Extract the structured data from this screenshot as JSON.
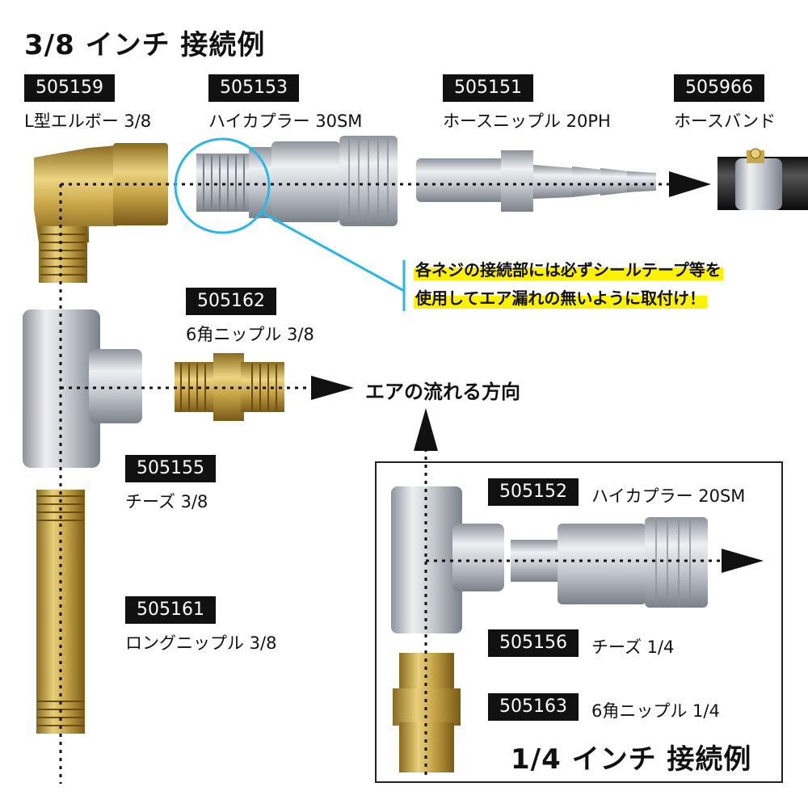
{
  "title_38": "3/8 インチ 接続例",
  "title_14": "1/4 インチ 接続例",
  "parts": {
    "p505159": {
      "code": "505159",
      "name": "L型エルボー 3/8"
    },
    "p505153": {
      "code": "505153",
      "name": "ハイカプラー 30SM"
    },
    "p505151": {
      "code": "505151",
      "name": "ホースニップル 20PH"
    },
    "p505966": {
      "code": "505966",
      "name": "ホースバンド"
    },
    "p505162": {
      "code": "505162",
      "name": "6角ニップル 3/8"
    },
    "p505155": {
      "code": "505155",
      "name": "チーズ 3/8"
    },
    "p505161": {
      "code": "505161",
      "name": "ロングニップル 3/8"
    },
    "p505152": {
      "code": "505152",
      "name": "ハイカプラー 20SM"
    },
    "p505156": {
      "code": "505156",
      "name": "チーズ 1/4"
    },
    "p505163": {
      "code": "505163",
      "name": "6角ニップル 1/4"
    }
  },
  "note_line1": "各ネジの接続部には必ずシールテープ等を",
  "note_line2": "使用してエア漏れの無いように取付け！",
  "flow_label": "エアの流れる方向",
  "colors": {
    "brass": "#c9a84a",
    "silver": "#c8ccd2",
    "accent": "#29b6e8",
    "highlight": "#fff200"
  }
}
